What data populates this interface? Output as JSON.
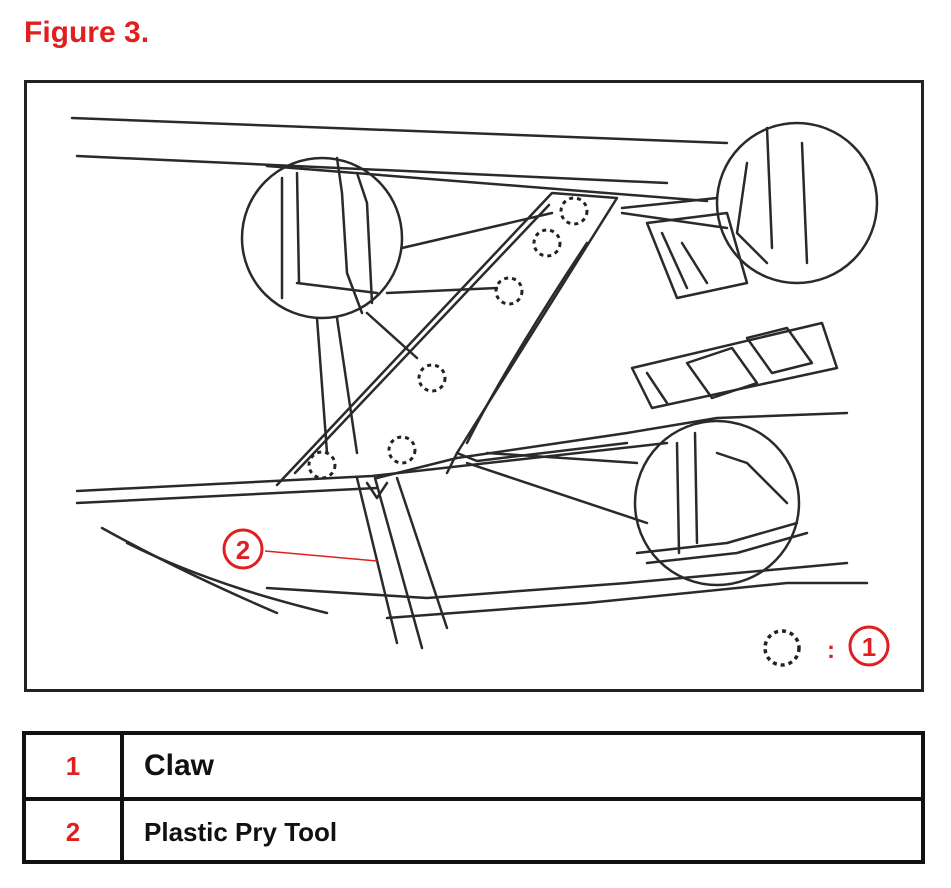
{
  "figure": {
    "title": "Figure 3."
  },
  "callouts": [
    {
      "number": "1",
      "meaning": "claw-marker"
    },
    {
      "number": "2",
      "meaning": "plastic-pry-tool"
    }
  ],
  "legend": {
    "rows": [
      {
        "number": "1",
        "label": "Claw"
      },
      {
        "number": "2",
        "label": "Plastic Pry Tool"
      }
    ]
  },
  "colors": {
    "accent": "#e02020",
    "line": "#222222"
  }
}
